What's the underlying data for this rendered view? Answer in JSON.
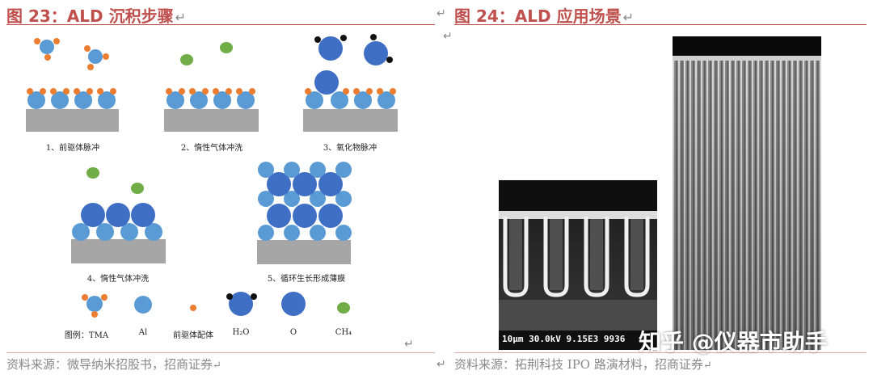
{
  "left": {
    "figure_title": "图 23：ALD 沉积步骤",
    "steps": [
      "1、前驱体脉冲",
      "2、惰性气体冲洗",
      "3、氧化物脉冲",
      "4、惰性气体冲洗",
      "5、循环生长形成薄膜"
    ],
    "legend": {
      "prefix": "图例：TMA",
      "items": [
        "Al",
        "前驱体配体",
        "H₂O",
        "O",
        "CH₄"
      ]
    },
    "source": "资料来源：微导纳米招股书，招商证券"
  },
  "right": {
    "figure_title": "图 24：ALD 应用场景",
    "sem_label": "10μm 30.0kV 9.15E3 9936",
    "source": "资料来源：拓荆科技 IPO 路演材料，招商证券"
  },
  "watermark": "知乎 @仪器市助手",
  "colors": {
    "title_red": "#c0504d",
    "big_blue": "#3f6fc4",
    "light_blue": "#5b9bd5",
    "orange": "#ed7d31",
    "green": "#70ad47",
    "substrate": "#a6a6a6"
  }
}
